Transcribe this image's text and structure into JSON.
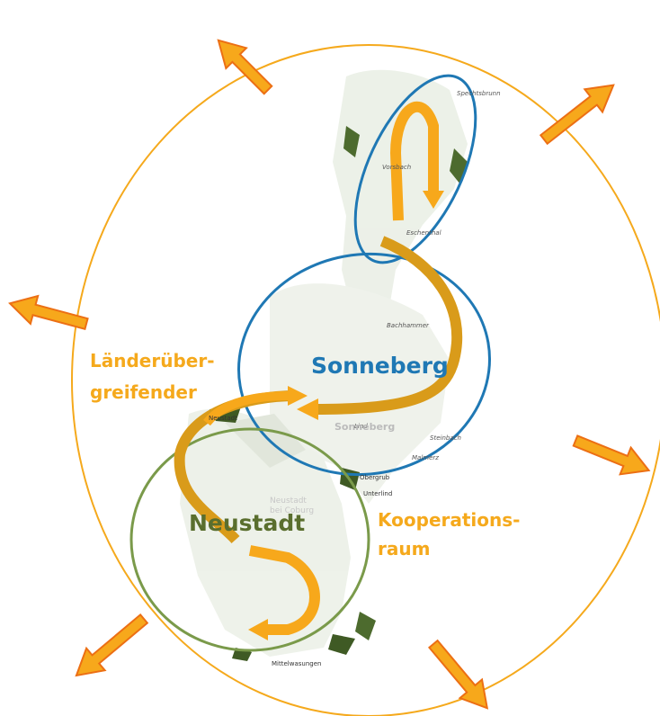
{
  "map": {
    "regions": {
      "sonneberg": "Sonneberg",
      "neustadt": "Neustadt"
    },
    "cooperation_area": {
      "left_line1": "Länderüber-",
      "left_line2": "greifender",
      "right_line1": "Kooperations-",
      "right_line2": "raum"
    },
    "towns": {
      "sonneberg_city": "Sonneberg",
      "neustadt_city_line1": "Neustadt",
      "neustadt_city_line2": "bei Coburg",
      "neustadt_small": "Neustadt",
      "eschenthal": "Eschenthal",
      "mittelwasungen": "Mittelwasungen",
      "obergrund": "Obergrub",
      "unterlind": "Unterlind",
      "lind": "Lind",
      "malmerz": "Malmerz",
      "steinbach": "Steinbach",
      "bachhammer": "Bachhammer",
      "spechtsbrunn": "Spechtsbrunn",
      "vorsbach": "Vorsbach"
    },
    "colors": {
      "ellipse": "#f5a91c",
      "sonneberg_circle": "#1f78b4",
      "neustadt_circle": "#7a9a4a",
      "flow_arrow": "#f7a81b",
      "flow_arrow_dark": "#d99b1a",
      "outward_arrow_fill": "#f7a81b",
      "outward_arrow_stroke": "#ec6f14"
    },
    "icons": {
      "outward_arrow": "arrow-outward-icon"
    }
  }
}
